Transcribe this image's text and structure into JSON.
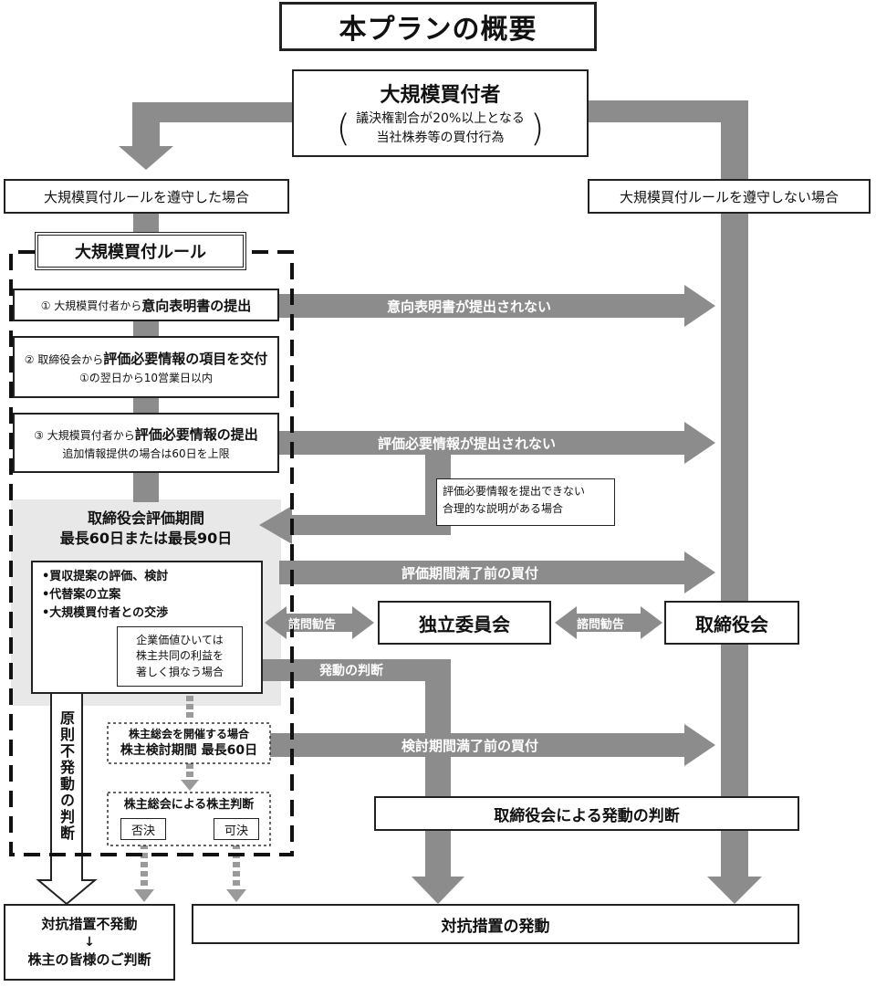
{
  "title": "本プランの概要",
  "acquirer": {
    "title": "大規模買付者",
    "desc1": "議決権割合が20%以上となる",
    "desc2": "当社株券等の買付行為"
  },
  "comply_label": "大規模買付ルールを遵守した場合",
  "noncomply_label": "大規模買付ルールを遵守しない場合",
  "rule_title": "大規模買付ルール",
  "steps": {
    "s1_prefix": "① 大規模買付者から",
    "s1_main": "意向表明書の提出",
    "s2_prefix": "② 取締役会から",
    "s2_main": "評価必要情報の項目を交付",
    "s2_sub": "①の翌日から10営業日以内",
    "s3_prefix": "③ 大規模買付者から",
    "s3_main": "評価必要情報の提出",
    "s3_sub": "追加情報提供の場合は60日を上限"
  },
  "flow_labels": {
    "no_intent": "意向表明書が提出されない",
    "no_info": "評価必要情報が提出されない",
    "before_eval_end": "評価期間満了前の買付",
    "consult1": "諮問勧告",
    "consult2": "諮問勧告",
    "trigger_judgment": "発動の判断",
    "before_review_end": "検討期間満了前の買付"
  },
  "reasonable_explanation": {
    "line1": "評価必要情報を提出できない",
    "line2": "合理的な説明がある場合"
  },
  "eval_period": {
    "title": "取締役会評価期間",
    "duration": "最長60日または最長90日",
    "items": [
      "•買収提案の評価、検討",
      "•代替案の立案",
      "•大規模買付者との交渉"
    ],
    "harm_lines": [
      "企業価値ひいては",
      "株主共同の利益を",
      "著しく損なう場合"
    ]
  },
  "independent_committee": "独立委員会",
  "board": "取締役会",
  "shareholder_review": {
    "line1": "株主総会を開催する場合",
    "line2": "株主検討期間 最長60日"
  },
  "shareholder_vote": {
    "title": "株主総会による株主判断",
    "reject": "否決",
    "approve": "可決"
  },
  "principle_no_trigger": "原則不発動の判断",
  "board_trigger_judgment": "取締役会による発動の判断",
  "no_countermeasure": "対抗措置不発動",
  "down_arrow_glyph": "↓",
  "shareholders_decide": "株主の皆様のご判断",
  "countermeasure": "対抗措置の発動",
  "colors": {
    "flow_gray": "#8c8c8c",
    "panel_gray": "#e8e8e8",
    "dashed_gray": "#9a9a9a"
  }
}
